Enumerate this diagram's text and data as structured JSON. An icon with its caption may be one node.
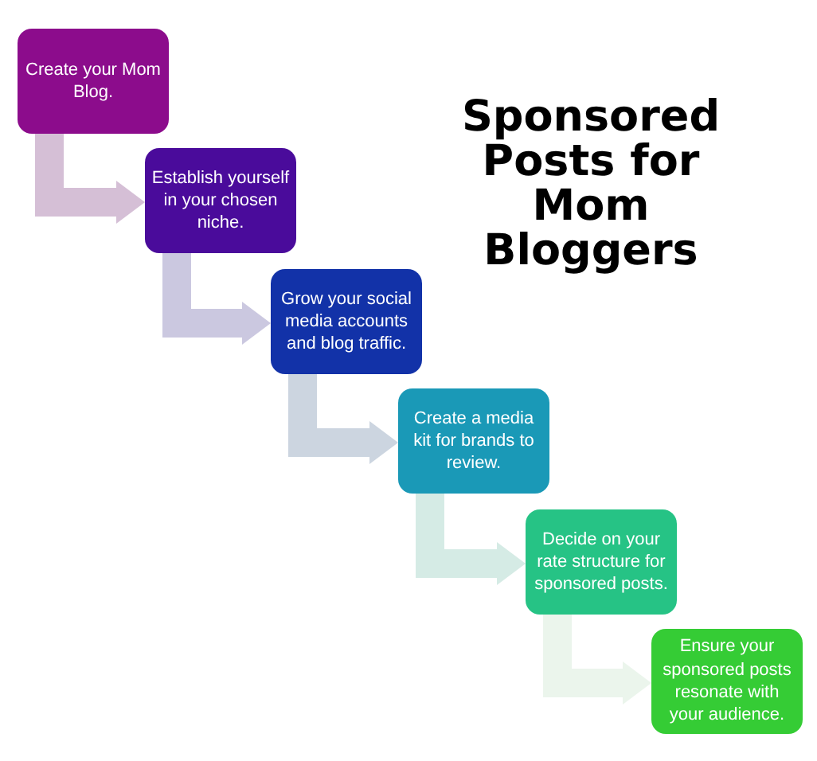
{
  "diagram": {
    "title": "Sponsored Posts for Mom Bloggers",
    "nodes": [
      {
        "text": [
          "Create your Mom Blog."
        ]
      },
      {
        "text": [
          "Establish yourself in your chosen niche."
        ]
      },
      {
        "text": [
          "Grow your social media accounts and blog traffic."
        ]
      },
      {
        "text": [
          "Create a media kit for brands to review."
        ]
      },
      {
        "text": [
          "Decide on your rate structure for sponsored posts."
        ]
      },
      {
        "text": [
          "Ensure your sponsored posts resonate with your audience."
        ]
      }
    ],
    "edges": [
      {
        "from": 0,
        "to": 1,
        "arrow": "to",
        "color": "#d5bfd6"
      },
      {
        "from": 1,
        "to": 2,
        "arrow": "to",
        "color": "#cbc8e0"
      },
      {
        "from": 2,
        "to": 3,
        "arrow": "to",
        "color": "#ccd5e0"
      },
      {
        "from": 3,
        "to": 4,
        "arrow": "to",
        "color": "#d5ebe5"
      },
      {
        "from": 4,
        "to": 5,
        "arrow": "to",
        "color": "#ebf5ec"
      }
    ]
  }
}
